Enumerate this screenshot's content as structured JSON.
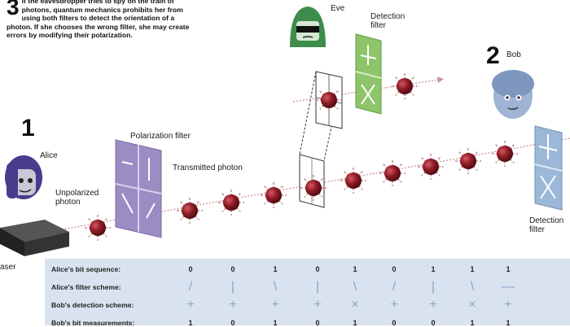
{
  "intro": {
    "number": "3",
    "text": "If the eavesdropper tries to spy on the train of photons, quantum mechanics prohibits her from using both filters to detect the orientation of a photon. If she chooses the wrong filter, she may create errors by modifying their polarization."
  },
  "steps": {
    "alice": "1",
    "bob": "2",
    "eve": "3"
  },
  "labels": {
    "alice": "Alice",
    "bob": "Bob",
    "eve": "Eve",
    "laser": "aser",
    "unpolarized": "Unpolarized\nphoton",
    "polarization_filter": "Polarization filter",
    "transmitted_photon": "Transmitted photon",
    "eve_detection_filter": "Detection\nfilter",
    "bob_detection_filter": "Detection\nfilter"
  },
  "table": {
    "rows": [
      {
        "label": "Alice's bit sequence:",
        "values": [
          "0",
          "0",
          "1",
          "0",
          "1",
          "0",
          "1",
          "1",
          "1"
        ]
      },
      {
        "label": "Alice's filter scheme:",
        "values": [
          "/",
          "|",
          "\\",
          "|",
          "\\",
          "/",
          "|",
          "\\",
          "—"
        ]
      },
      {
        "label": "Bob's detection scheme:",
        "values": [
          "+",
          "+",
          "+",
          "+",
          "×",
          "+",
          "+",
          "×",
          "+"
        ]
      },
      {
        "label": "Bob's bit measurements:",
        "values": [
          "1",
          "0",
          "1",
          "0",
          "1",
          "0",
          "0",
          "1",
          "1"
        ]
      }
    ]
  },
  "colors": {
    "photon": "#8e1b26",
    "alice_filter": "#9c8cc4",
    "eve_filter": "#8ec46a",
    "bob_filter": "#9bb8d8",
    "eve_hood": "#3f8d4c",
    "alice_hair": "#4b3b8c",
    "bob_head": "#9fb3d4",
    "table_band": "#d9e3ef"
  }
}
